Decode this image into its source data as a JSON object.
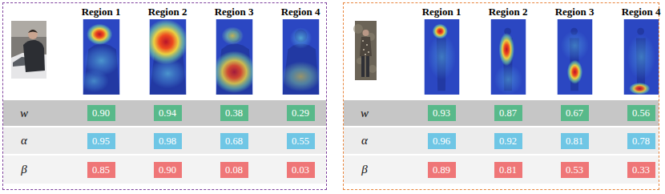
{
  "diagram": {
    "nodes": [
      {
        "text": [
          "Region 1",
          "Region 2",
          "Region 3",
          "Region 4"
        ]
      },
      {
        "text": [
          "w"
        ],
        "in": 0
      },
      {
        "text": [
          "0.90"
        ],
        "in": 1
      },
      {
        "text": [
          "0.94"
        ],
        "in": 1
      },
      {
        "text": [
          "0.38"
        ],
        "in": 1
      },
      {
        "text": [
          "0.29"
        ],
        "in": 1
      },
      {
        "text": [
          "α"
        ],
        "in": 0
      },
      {
        "text": [
          "0.95"
        ],
        "in": 6
      },
      {
        "text": [
          "0.98"
        ],
        "in": 6
      },
      {
        "text": [
          "0.68"
        ],
        "in": 6
      },
      {
        "text": [
          "0.55"
        ],
        "in": 6
      },
      {
        "text": [
          "β"
        ],
        "in": 0
      },
      {
        "text": [
          "0.85"
        ],
        "in": 11
      },
      {
        "text": [
          "0.90"
        ],
        "in": 11
      },
      {
        "text": [
          "0.08"
        ],
        "in": 11
      },
      {
        "text": [
          "0.03"
        ],
        "in": 11
      },
      {
        "text": [
          "Region 1",
          "Region 2",
          "Region 3",
          "Region 4"
        ]
      },
      {
        "text": [
          "w"
        ],
        "in": 16
      },
      {
        "text": [
          "0.93"
        ],
        "in": 17
      },
      {
        "text": [
          "0.87"
        ],
        "in": 17
      },
      {
        "text": [
          "0.67"
        ],
        "in": 17
      },
      {
        "text": [
          "0.56"
        ],
        "in": 17
      },
      {
        "text": [
          "α"
        ],
        "in": 16
      },
      {
        "text": [
          "0.96"
        ],
        "in": 22
      },
      {
        "text": [
          "0.92"
        ],
        "in": 22
      },
      {
        "text": [
          "0.81"
        ],
        "in": 22
      },
      {
        "text": [
          "0.78"
        ],
        "in": 22
      },
      {
        "text": [
          "β"
        ],
        "in": 16
      },
      {
        "text": [
          "0.89"
        ],
        "in": 27
      },
      {
        "text": [
          "0.81"
        ],
        "in": 27
      },
      {
        "text": [
          "0.53"
        ],
        "in": 27
      },
      {
        "text": [
          "0.33"
        ],
        "in": 27
      }
    ]
  }
}
